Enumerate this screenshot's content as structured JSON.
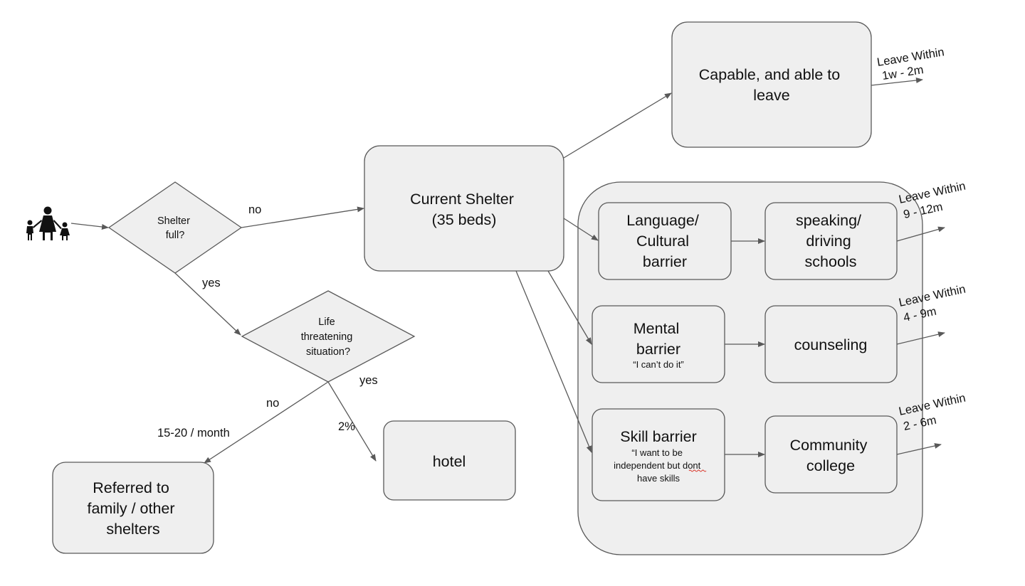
{
  "nodes": {
    "shelter_full": {
      "lines": [
        "Shelter",
        "full?"
      ]
    },
    "life_threatening": {
      "lines": [
        "Life",
        "threatening",
        "situation?"
      ]
    },
    "current_shelter": {
      "lines": [
        "Current Shelter",
        "(35 beds)"
      ]
    },
    "capable": {
      "lines": [
        "Capable, and able to",
        "leave"
      ]
    },
    "language": {
      "lines": [
        "Language/",
        "Cultural",
        "barrier"
      ]
    },
    "speaking": {
      "lines": [
        "speaking/",
        "driving",
        "schools"
      ]
    },
    "mental": {
      "lines": [
        "Mental",
        "barrier"
      ],
      "quote": "“I can’t do it”"
    },
    "counseling": {
      "lines": [
        "counseling"
      ]
    },
    "skill": {
      "lines": [
        "Skill barrier"
      ],
      "quote_lines": [
        "“I want to be",
        "independent but dont",
        "have skills"
      ]
    },
    "community": {
      "lines": [
        "Community",
        "college"
      ]
    },
    "hotel": {
      "lines": [
        "hotel"
      ]
    },
    "referred": {
      "lines": [
        "Referred to",
        "family / other",
        "shelters"
      ]
    }
  },
  "edge_labels": {
    "no_top": "no",
    "yes_left": "yes",
    "yes_right": "yes",
    "no_bottom": "no",
    "per_month": "15-20 / month",
    "percent": "2%"
  },
  "leave_labels": [
    {
      "id": "capable",
      "line1": "Leave Within",
      "line2": "1w - 2m"
    },
    {
      "id": "language",
      "line1": "Leave Within",
      "line2": "9 - 12m"
    },
    {
      "id": "mental",
      "line1": "Leave Within",
      "line2": "4 - 9m"
    },
    {
      "id": "skill",
      "line1": "Leave Within",
      "line2": "2 - 6m"
    }
  ],
  "icon": "family-icon",
  "colors": {
    "fill": "#efefef",
    "stroke": "#595959",
    "arrow": "#595959",
    "icon": "#111111"
  }
}
